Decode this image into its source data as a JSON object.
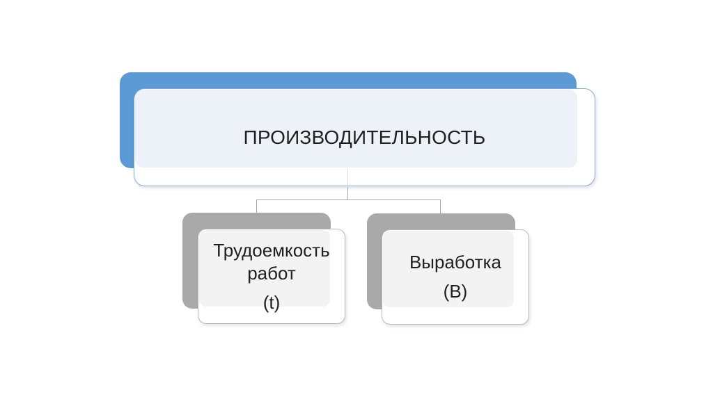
{
  "diagram": {
    "type": "hierarchy",
    "root": {
      "label": "ПРОИЗВОДИТЕЛЬНОСТЬ"
    },
    "children": [
      {
        "label": "Трудоемкость работ",
        "symbol": "(t)"
      },
      {
        "label": "Выработка",
        "symbol": "(В)"
      }
    ]
  },
  "colors": {
    "root_back": "#5B9AD5",
    "root_fill": "#EDF2F9",
    "root_border": "#7FA9DC",
    "child_back": "#A9A9A9",
    "child_fill": "#F3F3F3",
    "child_border": "#B8B8B8",
    "connector": "#A6A6A6",
    "text": "#202020",
    "background": "#FFFFFF"
  }
}
